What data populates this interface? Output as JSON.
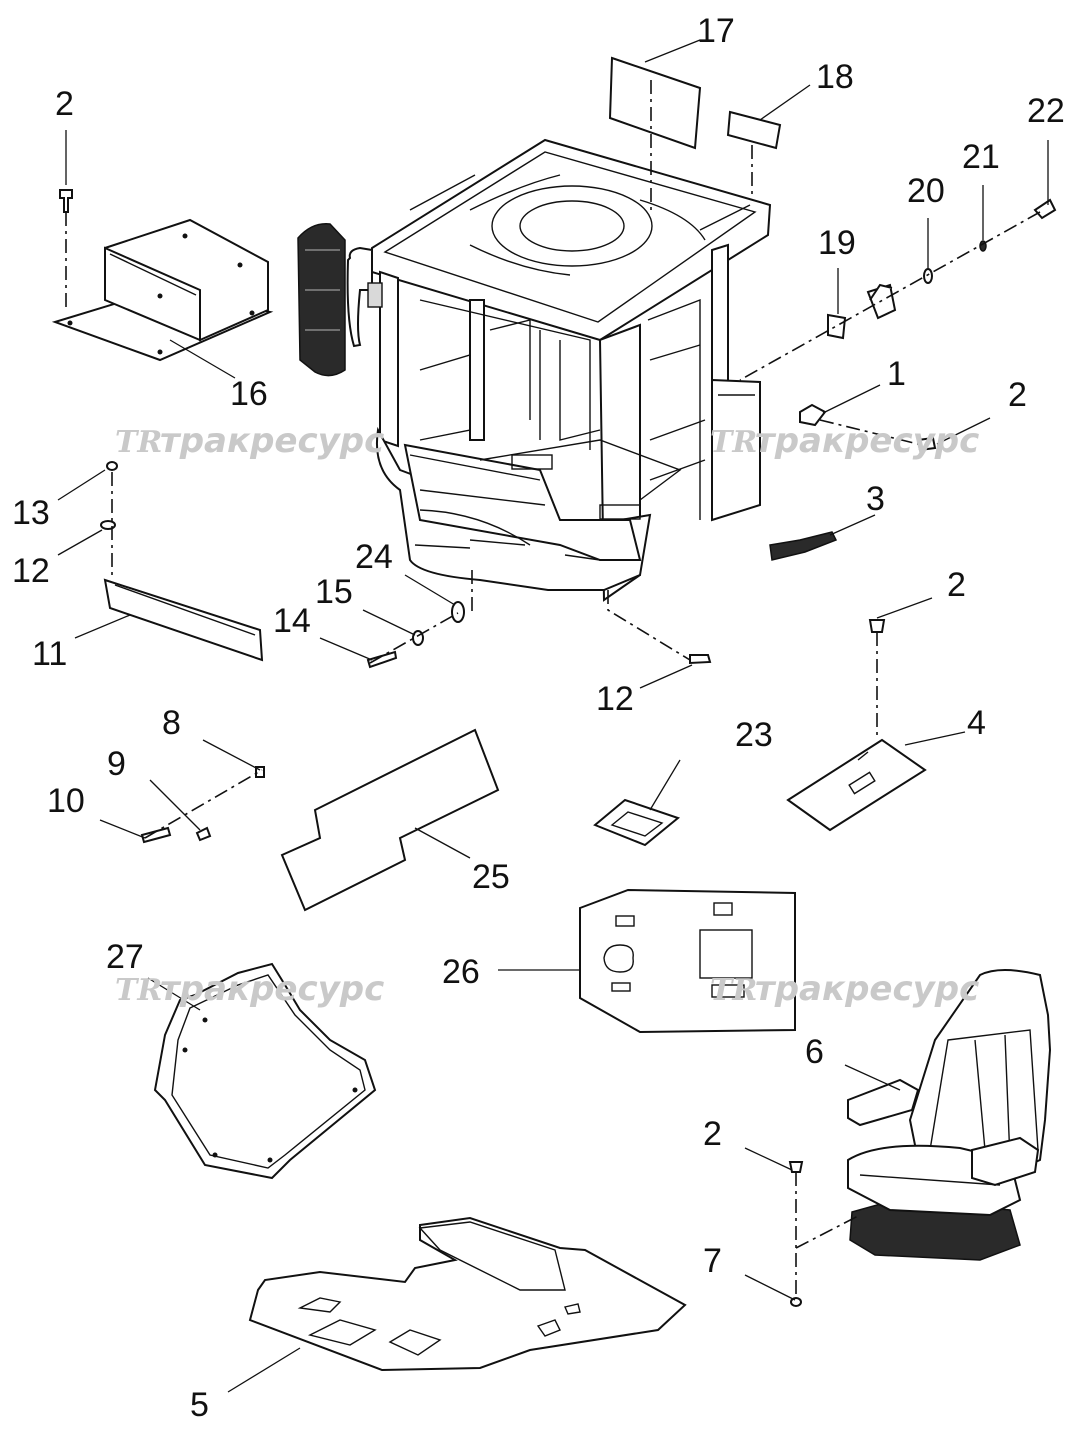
{
  "callouts": [
    {
      "id": "c17",
      "text": "17"
    },
    {
      "id": "c18",
      "text": "18"
    },
    {
      "id": "c2a",
      "text": "2"
    },
    {
      "id": "c22",
      "text": "22"
    },
    {
      "id": "c21",
      "text": "21"
    },
    {
      "id": "c20",
      "text": "20"
    },
    {
      "id": "c19",
      "text": "19"
    },
    {
      "id": "c16",
      "text": "16"
    },
    {
      "id": "c1",
      "text": "1"
    },
    {
      "id": "c2b",
      "text": "2"
    },
    {
      "id": "c3",
      "text": "3"
    },
    {
      "id": "c13",
      "text": "13"
    },
    {
      "id": "c12a",
      "text": "12"
    },
    {
      "id": "c24",
      "text": "24"
    },
    {
      "id": "c15",
      "text": "15"
    },
    {
      "id": "c14",
      "text": "14"
    },
    {
      "id": "c11",
      "text": "11"
    },
    {
      "id": "c2c",
      "text": "2"
    },
    {
      "id": "c12b",
      "text": "12"
    },
    {
      "id": "c8",
      "text": "8"
    },
    {
      "id": "c9",
      "text": "9"
    },
    {
      "id": "c10",
      "text": "10"
    },
    {
      "id": "c23",
      "text": "23"
    },
    {
      "id": "c4",
      "text": "4"
    },
    {
      "id": "c25",
      "text": "25"
    },
    {
      "id": "c27",
      "text": "27"
    },
    {
      "id": "c26",
      "text": "26"
    },
    {
      "id": "c6",
      "text": "6"
    },
    {
      "id": "c2d",
      "text": "2"
    },
    {
      "id": "c7",
      "text": "7"
    },
    {
      "id": "c5",
      "text": "5"
    }
  ],
  "watermark": {
    "logo": "TR",
    "text": "тракресурс"
  },
  "colors": {
    "line": "#111111",
    "watermark": "#c9c9c9",
    "background": "#ffffff"
  }
}
